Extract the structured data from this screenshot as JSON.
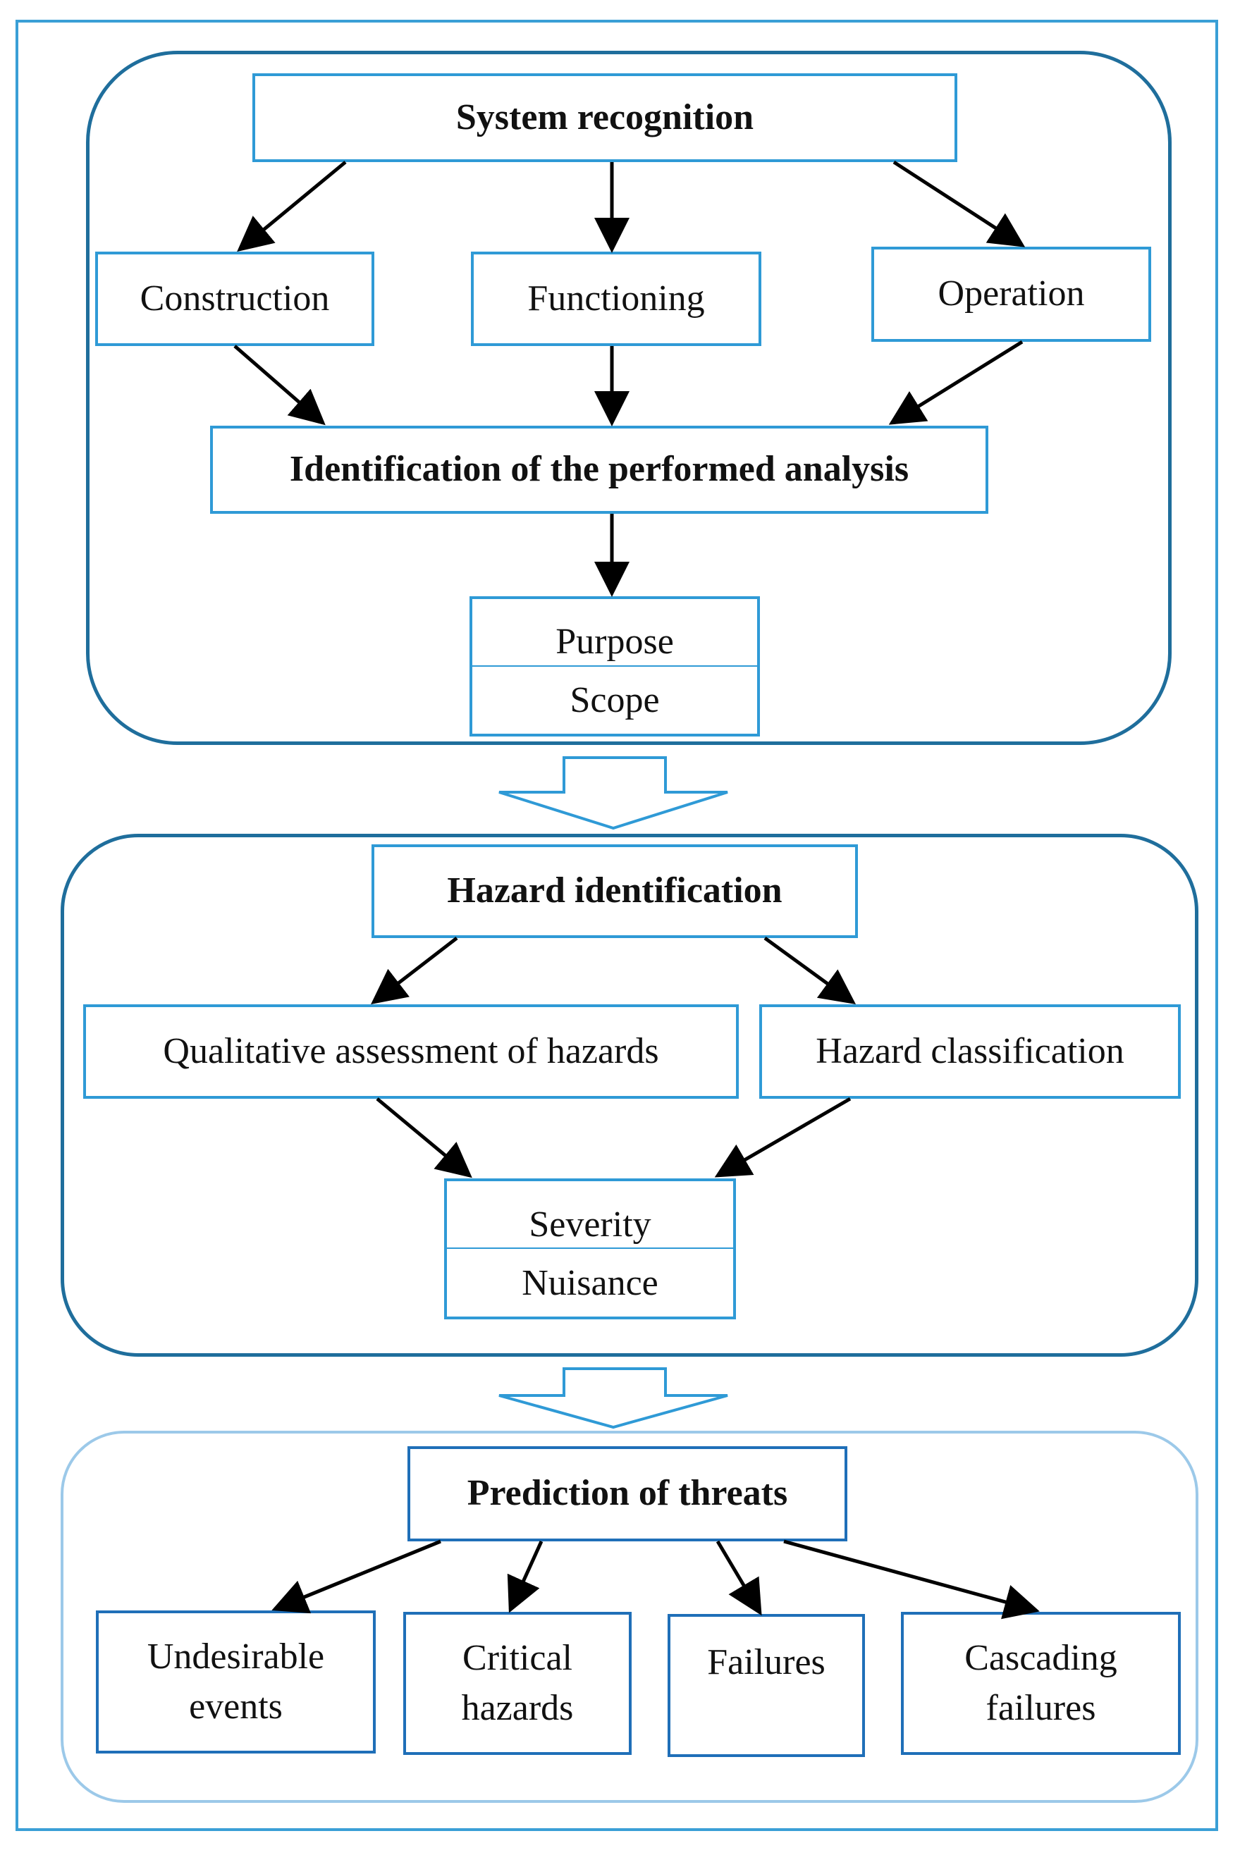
{
  "stage1": {
    "system_recognition": "System recognition",
    "construction": "Construction",
    "functioning": "Functioning",
    "operation": "Operation",
    "identification": "Identification of the performed analysis",
    "purpose": "Purpose",
    "scope": "Scope"
  },
  "stage2": {
    "hazard_identification": "Hazard identification",
    "qualitative": "Qualitative assessment of hazards",
    "classification": "Hazard classification",
    "severity": "Severity",
    "nuisance": "Nuisance"
  },
  "stage3": {
    "prediction": "Prediction of threats",
    "undesirable_l1": "Undesirable",
    "undesirable_l2": "events",
    "critical_l1": "Critical",
    "critical_l2": "hazards",
    "failures": "Failures",
    "cascading_l1": "Cascading",
    "cascading_l2": "failures"
  },
  "colors": {
    "outer_frame": "#3a9fd6",
    "group_border_dark": "#1f6e9c",
    "group_border_light": "#9cc9e9",
    "box_border_light": "#2f9ad6",
    "box_border_dark": "#1f6fb8",
    "arrow": "#000000"
  }
}
